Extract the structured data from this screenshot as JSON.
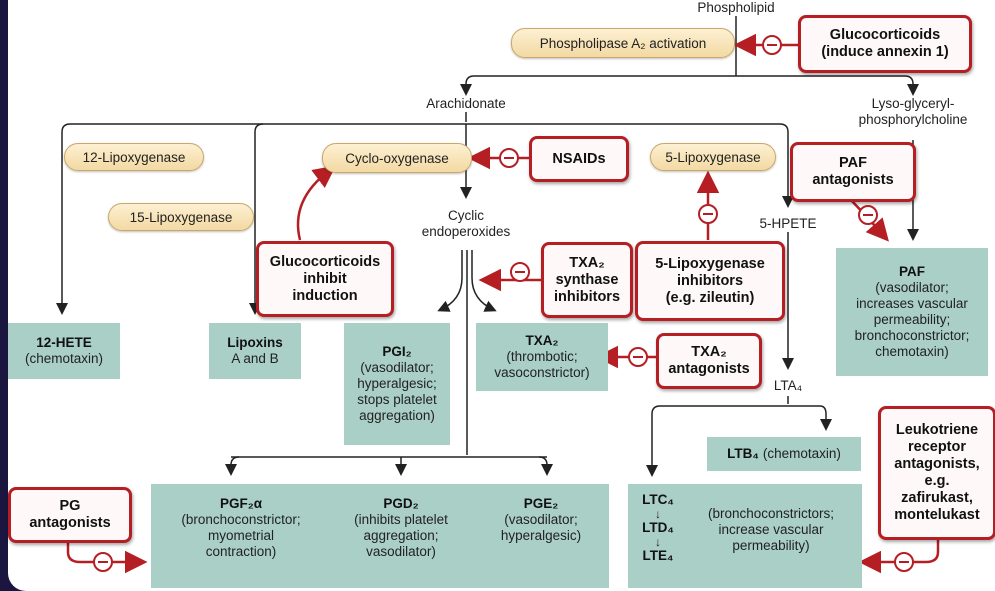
{
  "top": {
    "phospholipid": "Phospholipid",
    "arachidonate": "Arachidonate",
    "lyso": [
      "Lyso-glyceryl-",
      "phosphorylcholine"
    ]
  },
  "enzymes": {
    "pla2": "Phospholipase A₂ activation",
    "lox12": "12-Lipoxygenase",
    "lox15": "15-Lipoxygenase",
    "cox": "Cyclo-oxygenase",
    "lox5": "5-Lipoxygenase"
  },
  "intermediates": {
    "cyclic": [
      "Cyclic",
      "endoperoxides"
    ],
    "hpete": "5-HPETE",
    "lta4": "LTA₄"
  },
  "inhibitors": {
    "glucocorticoids_top": [
      "Glucocorticoids",
      "(induce annexin 1)"
    ],
    "nsaids": "NSAIDs",
    "glucocorticoids_cox": [
      "Glucocorticoids",
      "inhibit",
      "induction"
    ],
    "txa2_synthase": [
      "TXA₂",
      "synthase",
      "inhibitors"
    ],
    "lox5_inhibitors": [
      "5-Lipoxygenase",
      "inhibitors",
      "(e.g. zileutin)"
    ],
    "paf_antagonists": [
      "PAF",
      "antagonists"
    ],
    "txa2_antagonists": [
      "TXA₂",
      "antagonists"
    ],
    "pg_antagonists": [
      "PG",
      "antagonists"
    ],
    "lt_antagonists": [
      "Leukotriene",
      "receptor",
      "antagonists,",
      "e.g.",
      "zafirukast,",
      "montelukast"
    ]
  },
  "products": {
    "hete12": {
      "name": "12-HETE",
      "desc": "(chemotaxin)"
    },
    "lipoxins": {
      "name": "Lipoxins",
      "desc": "A and B"
    },
    "pgi2": {
      "name": "PGI₂",
      "desc": [
        "(vasodilator;",
        "hyperalgesic;",
        "stops platelet",
        "aggregation)"
      ]
    },
    "txa2": {
      "name": "TXA₂",
      "desc": [
        "(thrombotic;",
        "vasoconstrictor)"
      ]
    },
    "paf": {
      "name": "PAF",
      "desc": [
        "(vasodilator;",
        "increases vascular",
        "permeability;",
        "bronchoconstrictor;",
        "chemotaxin)"
      ]
    },
    "ltb4": {
      "name": "LTB₄",
      "desc": "(chemotaxin)"
    },
    "pgf2a": {
      "name": "PGF₂α",
      "desc": [
        "(bronchoconstrictor;",
        "myometrial",
        "contraction)"
      ]
    },
    "pgd2": {
      "name": "PGD₂",
      "desc": [
        "(inhibits platelet",
        "aggregation;",
        "vasodilator)"
      ]
    },
    "pge2": {
      "name": "PGE₂",
      "desc": [
        "(vasodilator;",
        "hyperalgesic)"
      ]
    },
    "ltc4": "LTC₄",
    "ltd4": "LTD₄",
    "lte4": "LTE₄",
    "lt_desc": [
      "(bronchoconstrictors;",
      "increase vascular",
      "permeability)"
    ]
  },
  "colors": {
    "inhibitor_red": "#b51f24",
    "product_green": "#a9cfc6",
    "enzyme_tan": "#f3d9a3"
  }
}
